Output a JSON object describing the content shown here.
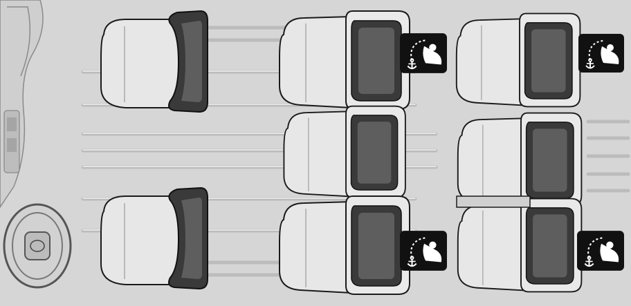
{
  "diagram": {
    "background_color": "#d6d6d6",
    "outline_color": "#1a1a1a",
    "seat_fill": "#e7e7e7",
    "seat_shade": "#c9c9c9",
    "backrest_fill": "#3a3a3a",
    "backrest_inner": "#5e5e5e",
    "icon_bg": "#111111",
    "icon_fg": "#ffffff"
  },
  "seats": [
    {
      "name": "driver-seat",
      "row": "front",
      "side": "left"
    },
    {
      "name": "front-passenger-seat",
      "row": "front",
      "side": "right"
    },
    {
      "name": "second-row-left-seat",
      "row": "second",
      "side": "left",
      "child_seat_anchor": true
    },
    {
      "name": "second-row-middle-seat",
      "row": "second",
      "side": "middle",
      "child_seat_anchor": false
    },
    {
      "name": "second-row-right-seat",
      "row": "second",
      "side": "right",
      "child_seat_anchor": true
    },
    {
      "name": "third-row-left-seat",
      "row": "third",
      "side": "left",
      "child_seat_anchor": true
    },
    {
      "name": "third-row-bench-seat",
      "row": "third",
      "side": "center-right",
      "child_seat_anchor": true
    }
  ],
  "icons": [
    {
      "name": "child-seat-tether-anchor-icon",
      "count": 4
    }
  ]
}
